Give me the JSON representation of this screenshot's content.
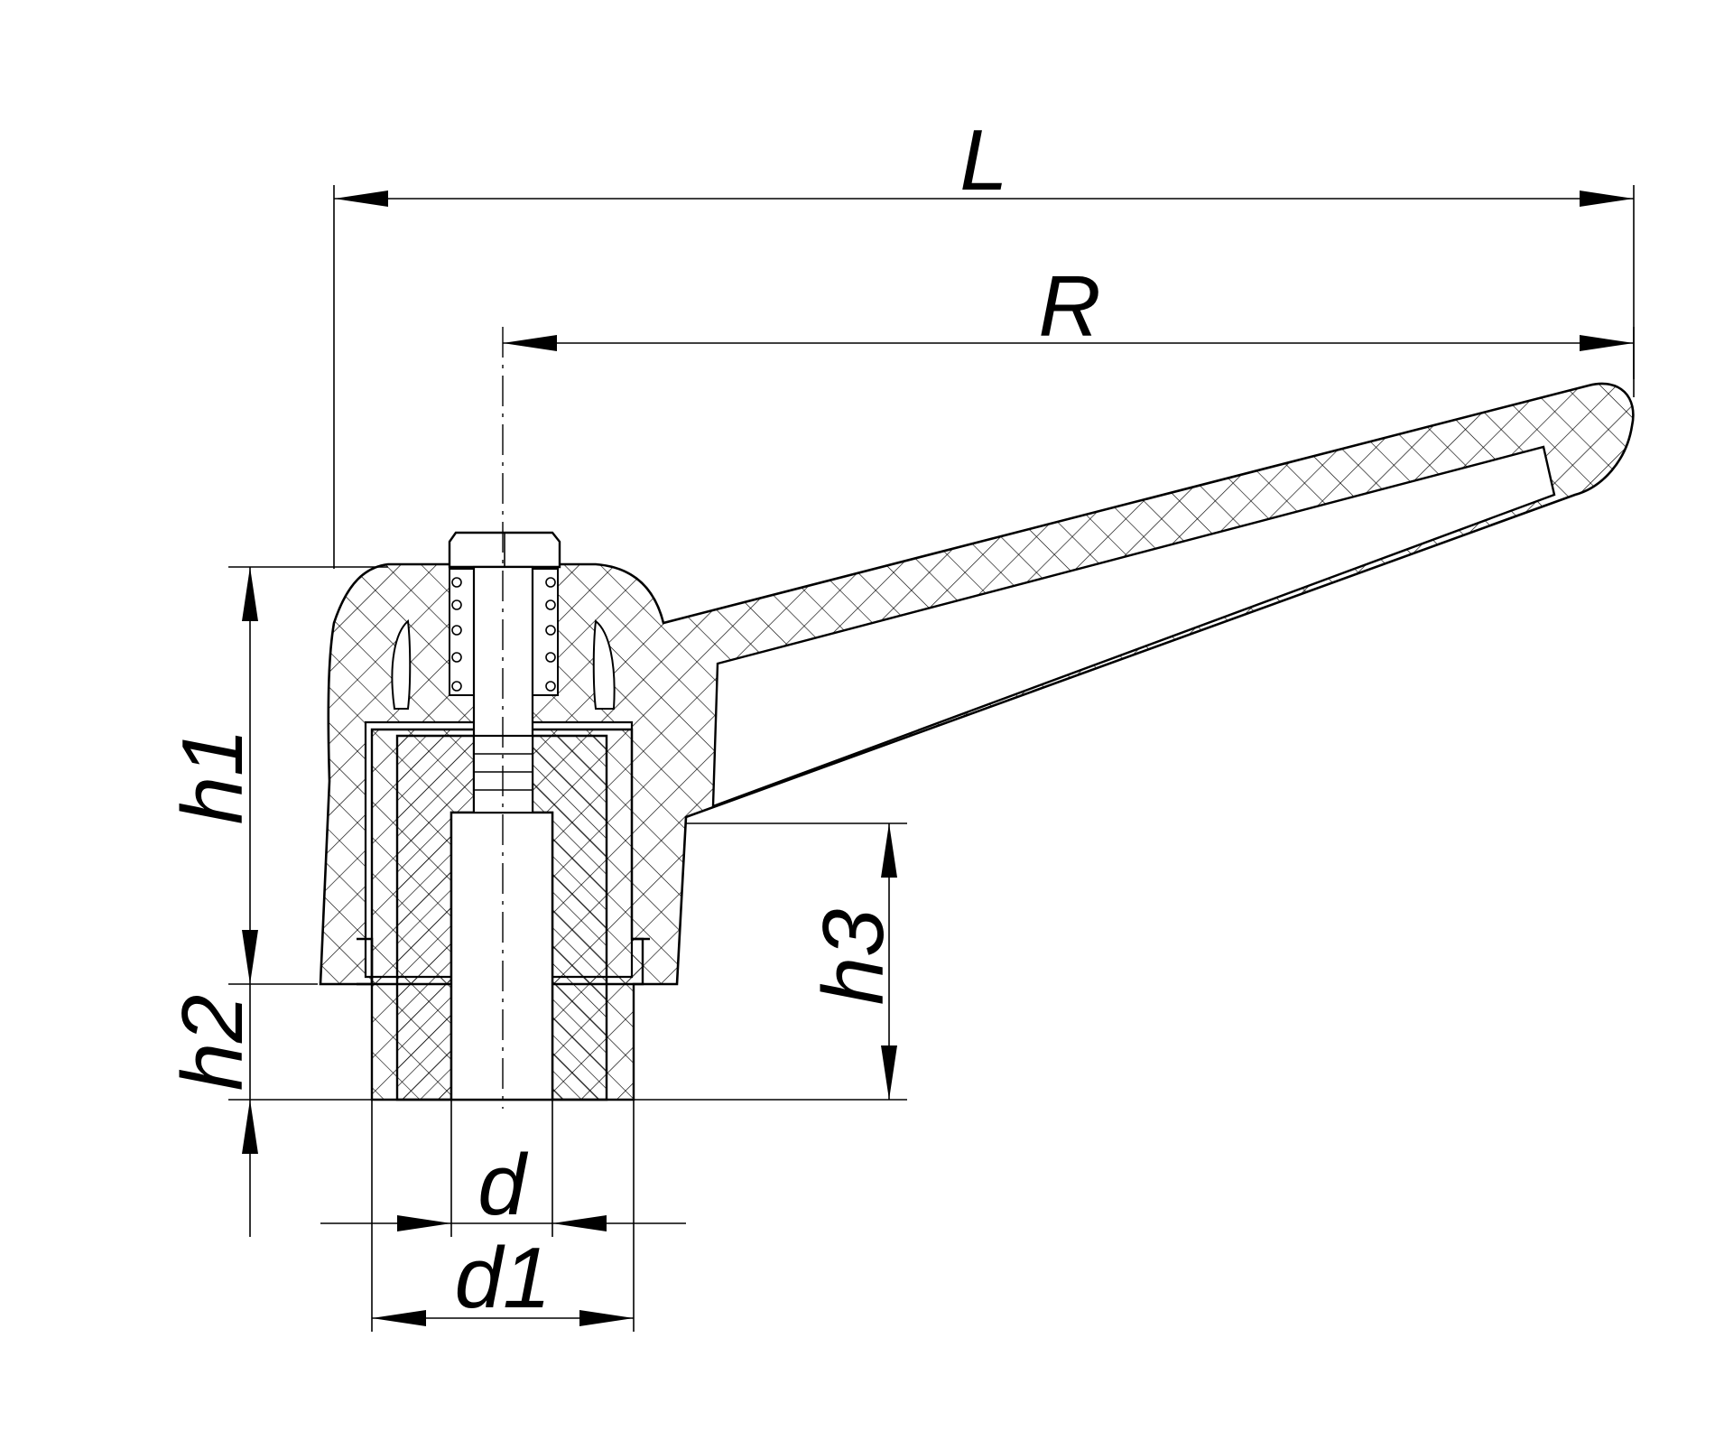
{
  "dimensions": {
    "L": "L",
    "R": "R",
    "h1": "h1",
    "h2": "h2",
    "h3": "h3",
    "d": "d",
    "d1": "d1"
  },
  "colors": {
    "line": "#000000",
    "background": "#ffffff"
  }
}
